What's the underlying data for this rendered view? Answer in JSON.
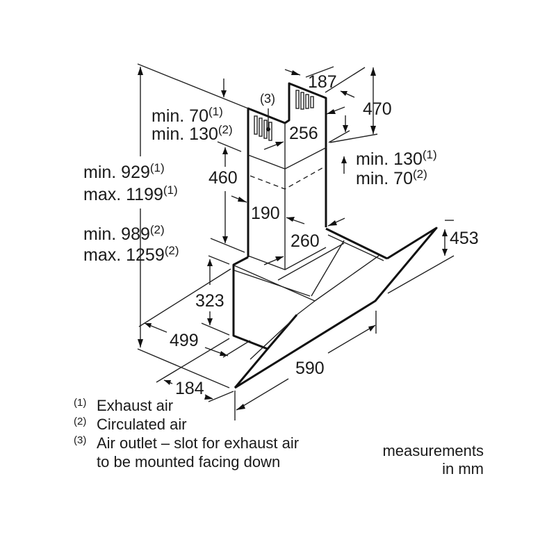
{
  "dimensions": {
    "d187": "187",
    "outlet_ref": "(3)",
    "top_gap_a": {
      "text": "min. 70",
      "sup": "(1)"
    },
    "top_gap_b": {
      "text": "min. 130",
      "sup": "(2)"
    },
    "d256": "256",
    "d470": "470",
    "overlap_a": {
      "text": "min. 130",
      "sup": "(1)"
    },
    "overlap_b": {
      "text": "min. 70",
      "sup": "(2)"
    },
    "height_exhaust_min": {
      "text": "min. 929",
      "sup": "(1)"
    },
    "height_exhaust_max": {
      "text": "max. 1199",
      "sup": "(1)"
    },
    "height_circ_min": {
      "text": "min. 989",
      "sup": "(2)"
    },
    "height_circ_max": {
      "text": "max. 1259",
      "sup": "(2)"
    },
    "d460": "460",
    "d190": "190",
    "d260": "260",
    "d453": "453",
    "d323": "323",
    "d499": "499",
    "d590": "590",
    "d184": "184"
  },
  "legend": [
    {
      "ref": "(1)",
      "text": "Exhaust air"
    },
    {
      "ref": "(2)",
      "text": "Circulated air"
    },
    {
      "ref": "(3)",
      "text": "Air outlet – slot for exhaust air",
      "text2": "to be mounted facing down"
    }
  ],
  "units_note": {
    "line1": "measurements",
    "line2": "in mm"
  }
}
